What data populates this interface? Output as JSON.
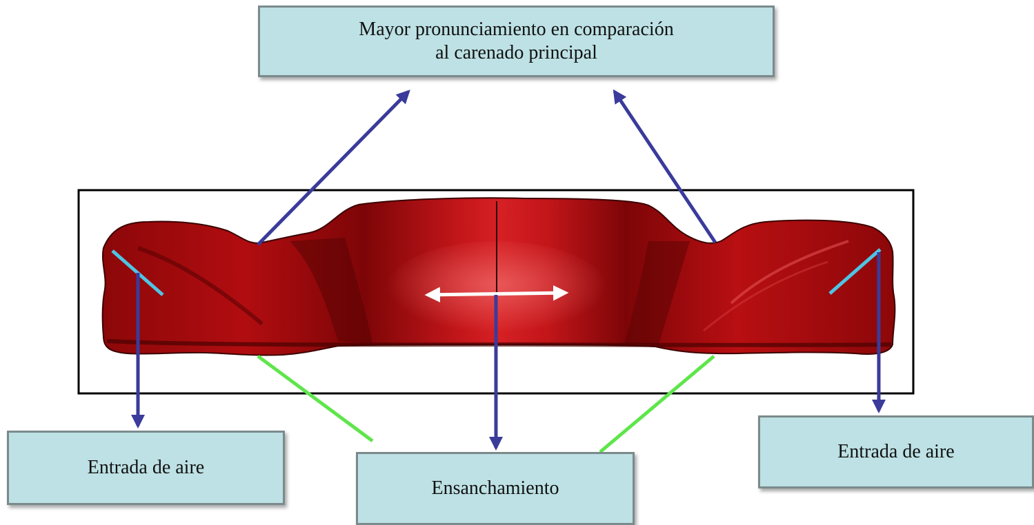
{
  "callouts": {
    "top_line1": "Mayor pronunciamiento en comparación",
    "top_line2": "al carenado principal",
    "left": "Entrada de aire",
    "center": "Ensanchamiento",
    "right": "Entrada de aire"
  },
  "colors": {
    "body_red": "#a80a0c",
    "body_dark": "#6e0507",
    "arrow_navy": "#3a3b9a",
    "inlet_cyan": "#4fc4e4",
    "widening_green": "#5ee64a",
    "width_arrow_white": "#ffffff",
    "callout_fill": "#bde1e4",
    "callout_border": "#7b8a8c"
  }
}
